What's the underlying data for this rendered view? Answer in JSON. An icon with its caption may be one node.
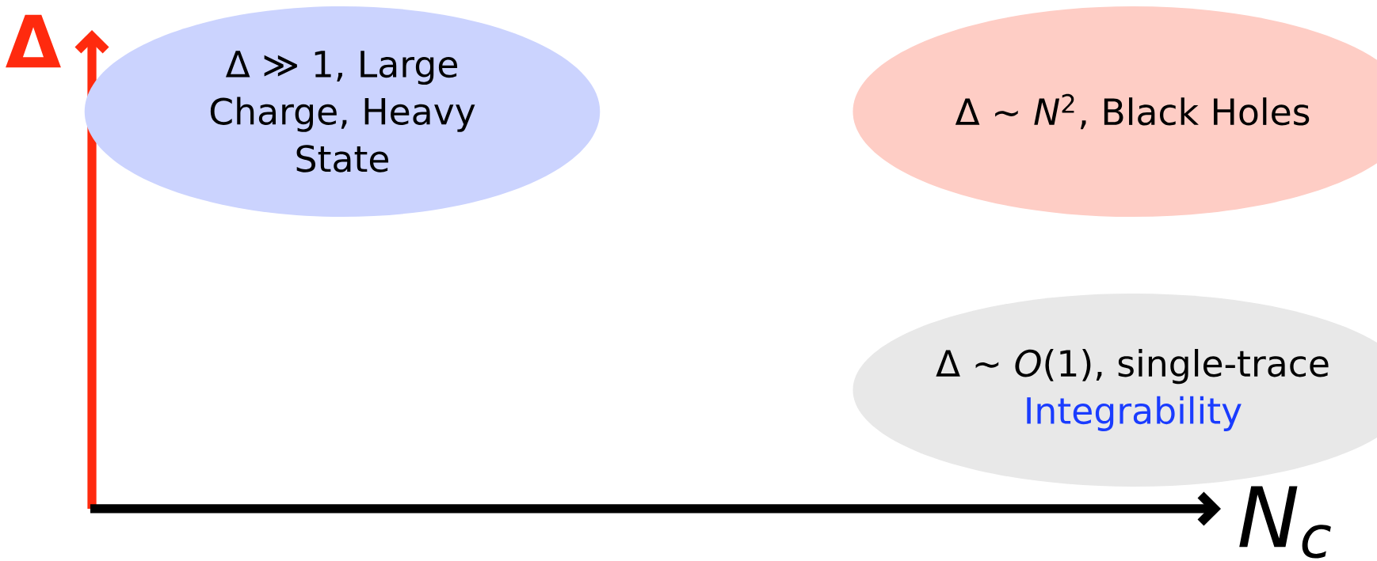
{
  "diagram": {
    "nodes": [
      {
        "text": [
          "Δ ≫ 1, Large Charge, Heavy State"
        ]
      },
      {
        "text": [
          "Δ ∼ *N*$^{2}$, Black Holes"
        ]
      },
      {
        "text": [
          "Δ ∼ *O*(1), single-trace",
          "Integrability"
        ]
      }
    ],
    "labels": [
      "Δ",
      "N$_{c}$"
    ]
  }
}
